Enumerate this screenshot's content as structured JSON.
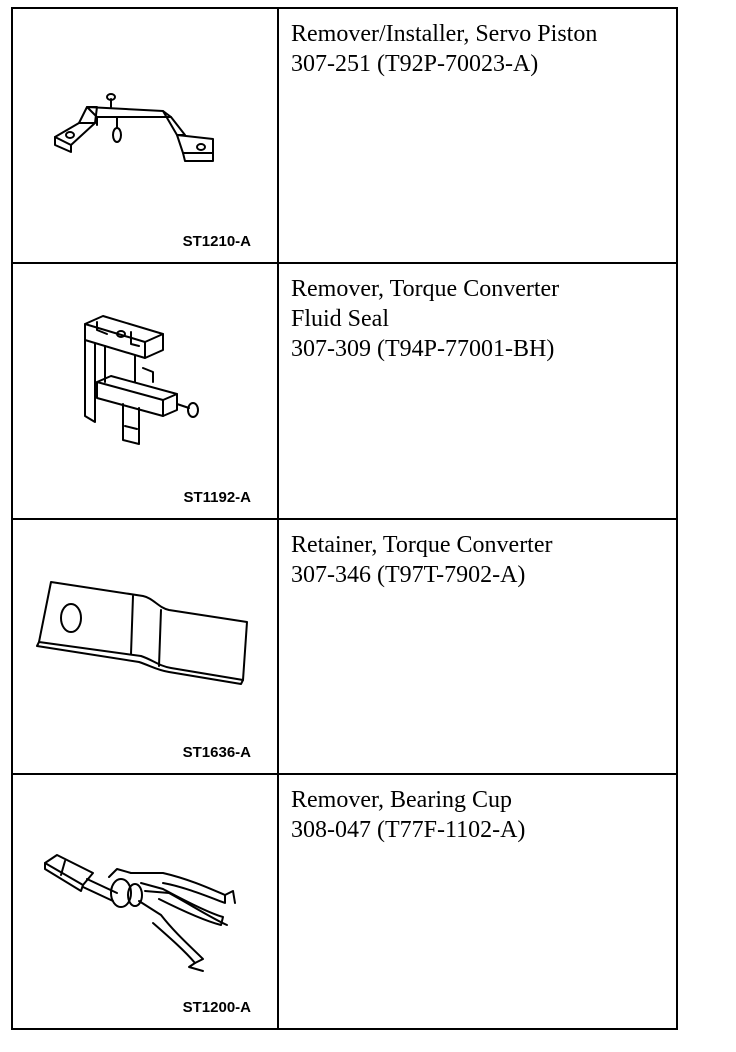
{
  "tools": [
    {
      "code": "ST1210-A",
      "icon": "servo-piston-bracket-icon",
      "lines": [
        "Remover/Installer, Servo Piston",
        "307-251 (T92P-70023-A)"
      ]
    },
    {
      "code": "ST1192-A",
      "icon": "fluid-seal-remover-icon",
      "lines": [
        "Remover, Torque Converter",
        "Fluid Seal",
        "307-309 (T94P-77001-BH)"
      ]
    },
    {
      "code": "ST1636-A",
      "icon": "retainer-strap-icon",
      "lines": [
        "Retainer, Torque Converter",
        "307-346 (T97T-7902-A)"
      ]
    },
    {
      "code": "ST1200-A",
      "icon": "bearing-cup-puller-icon",
      "lines": [
        "Remover, Bearing Cup",
        "308-047 (T77F-1102-A)"
      ]
    }
  ]
}
